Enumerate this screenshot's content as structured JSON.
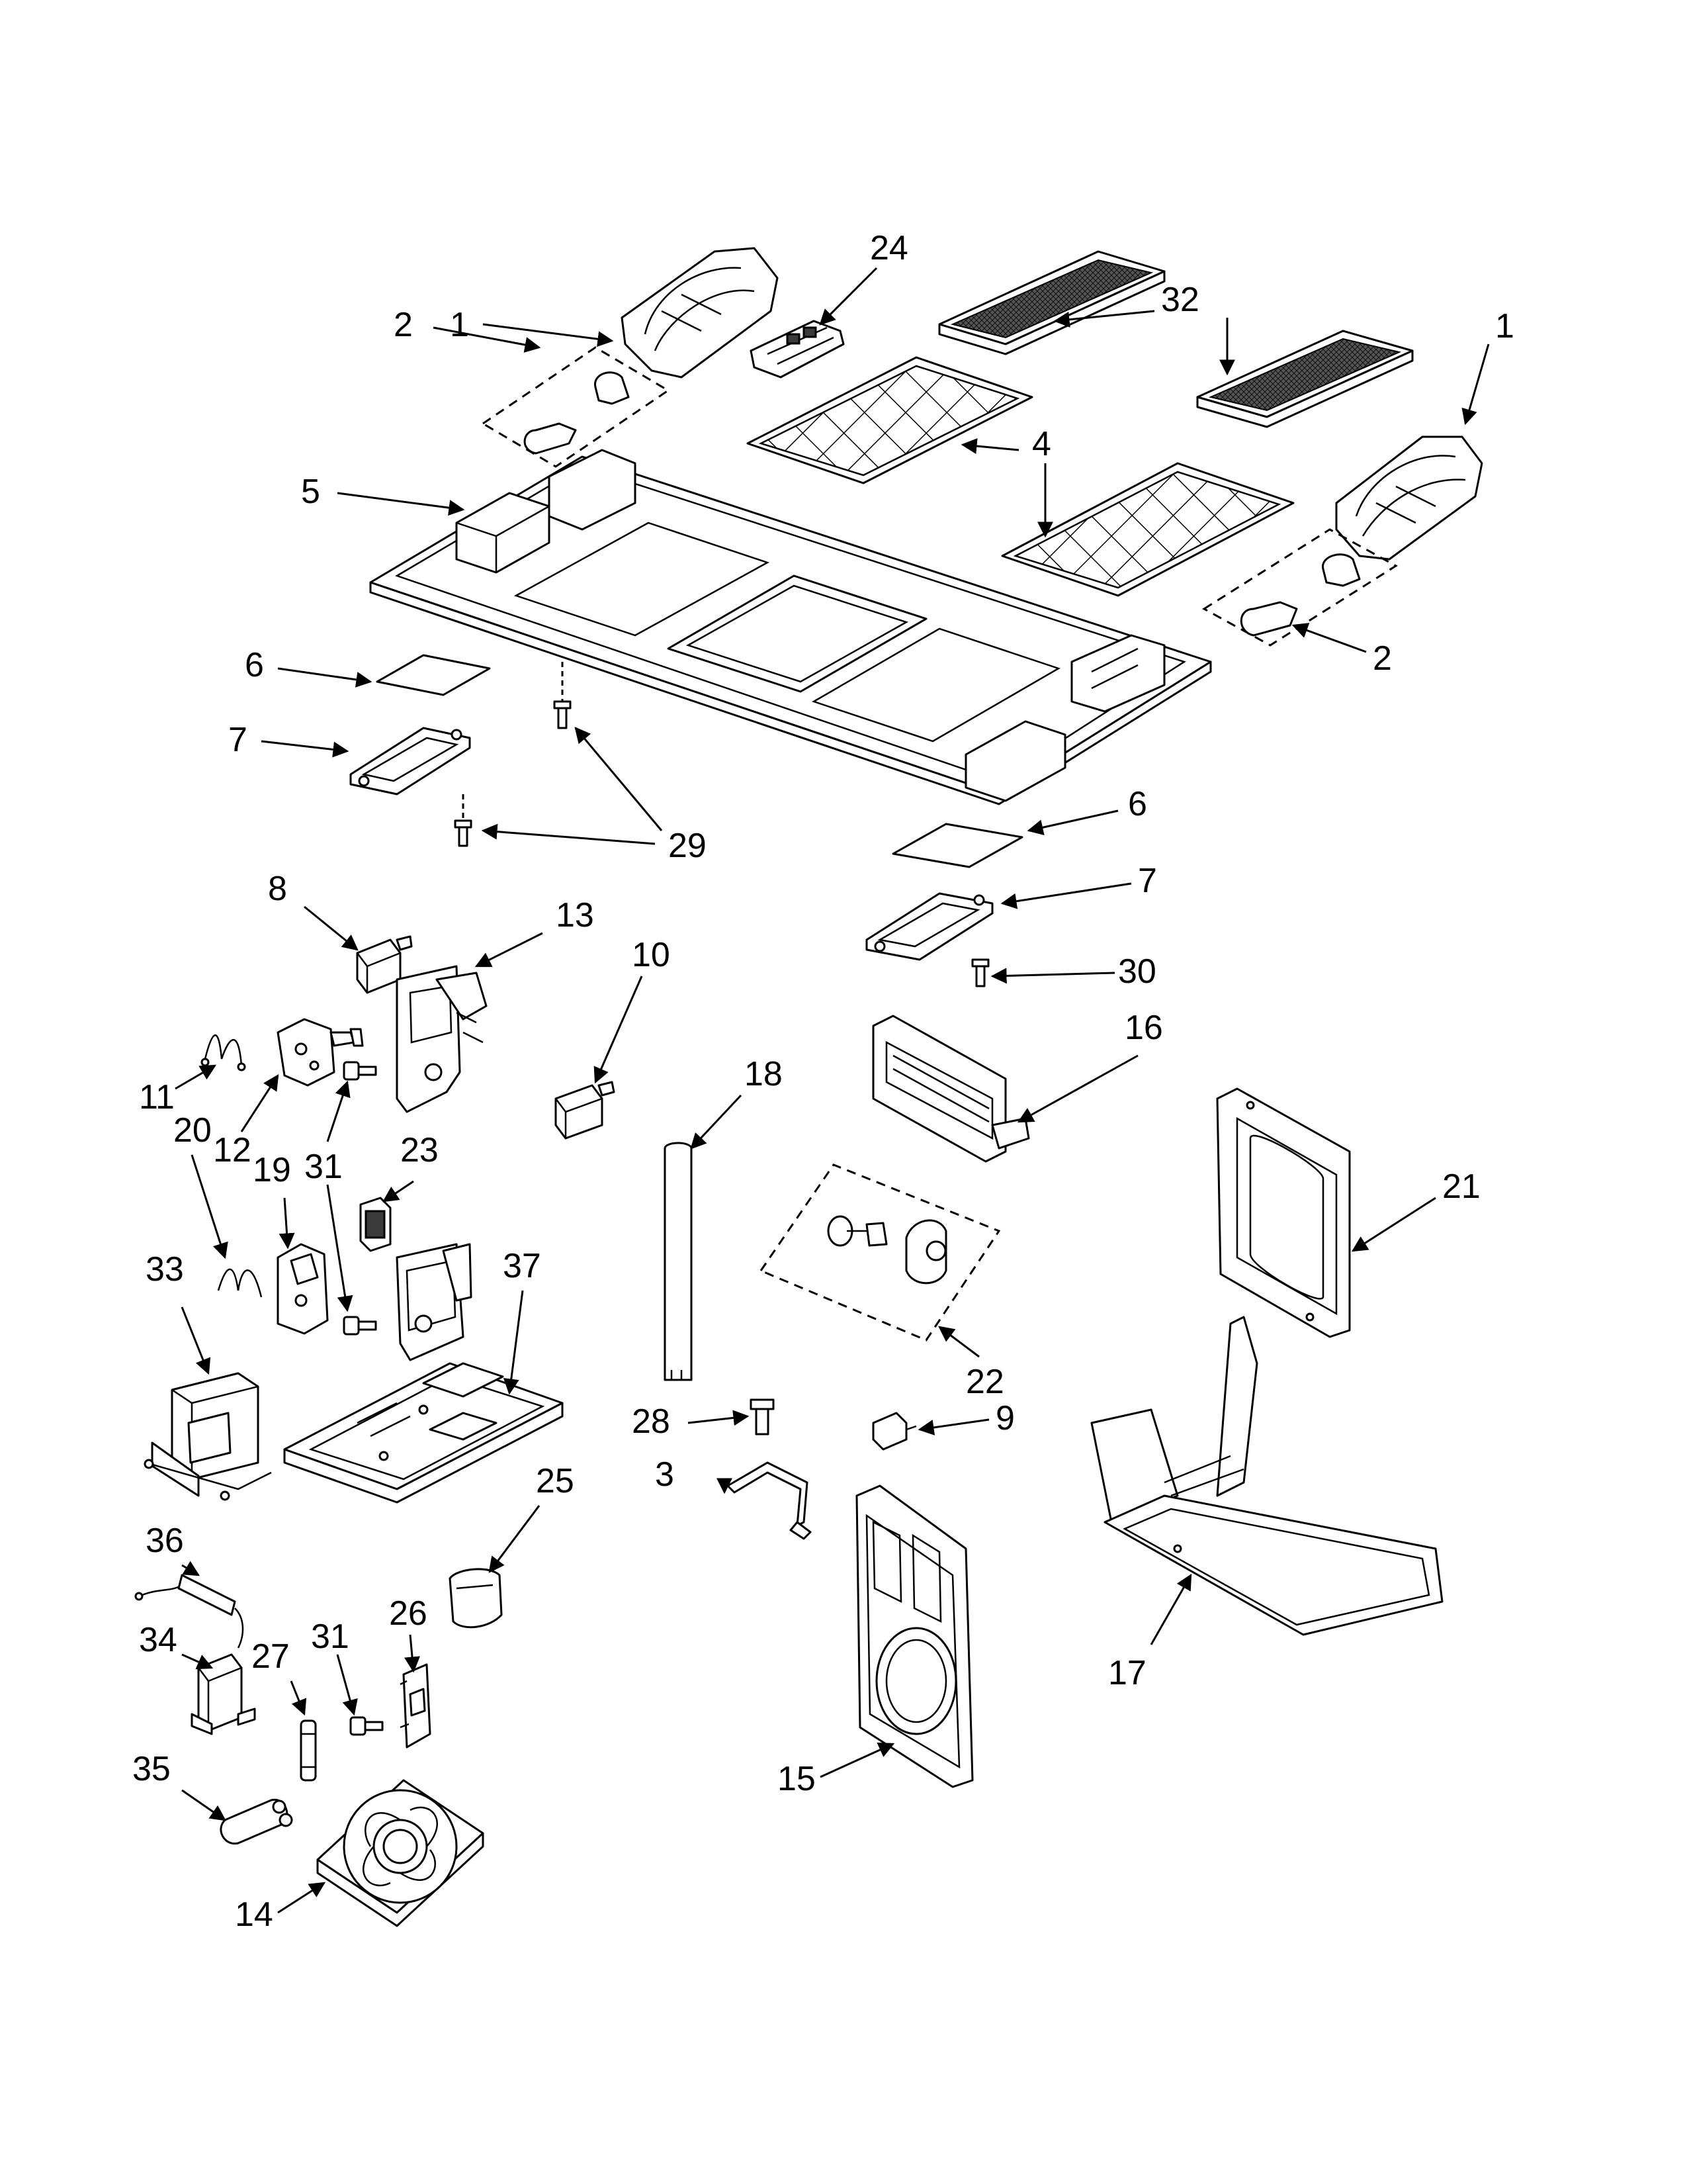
{
  "callouts": [
    "1",
    "2",
    "3",
    "4",
    "5",
    "6",
    "7",
    "8",
    "9",
    "10",
    "11",
    "12",
    "13",
    "14",
    "15",
    "16",
    "17",
    "18",
    "19",
    "20",
    "21",
    "22",
    "23",
    "24",
    "25",
    "26",
    "27",
    "28",
    "29",
    "30",
    "31",
    "32",
    "33",
    "34",
    "35",
    "36",
    "37"
  ]
}
